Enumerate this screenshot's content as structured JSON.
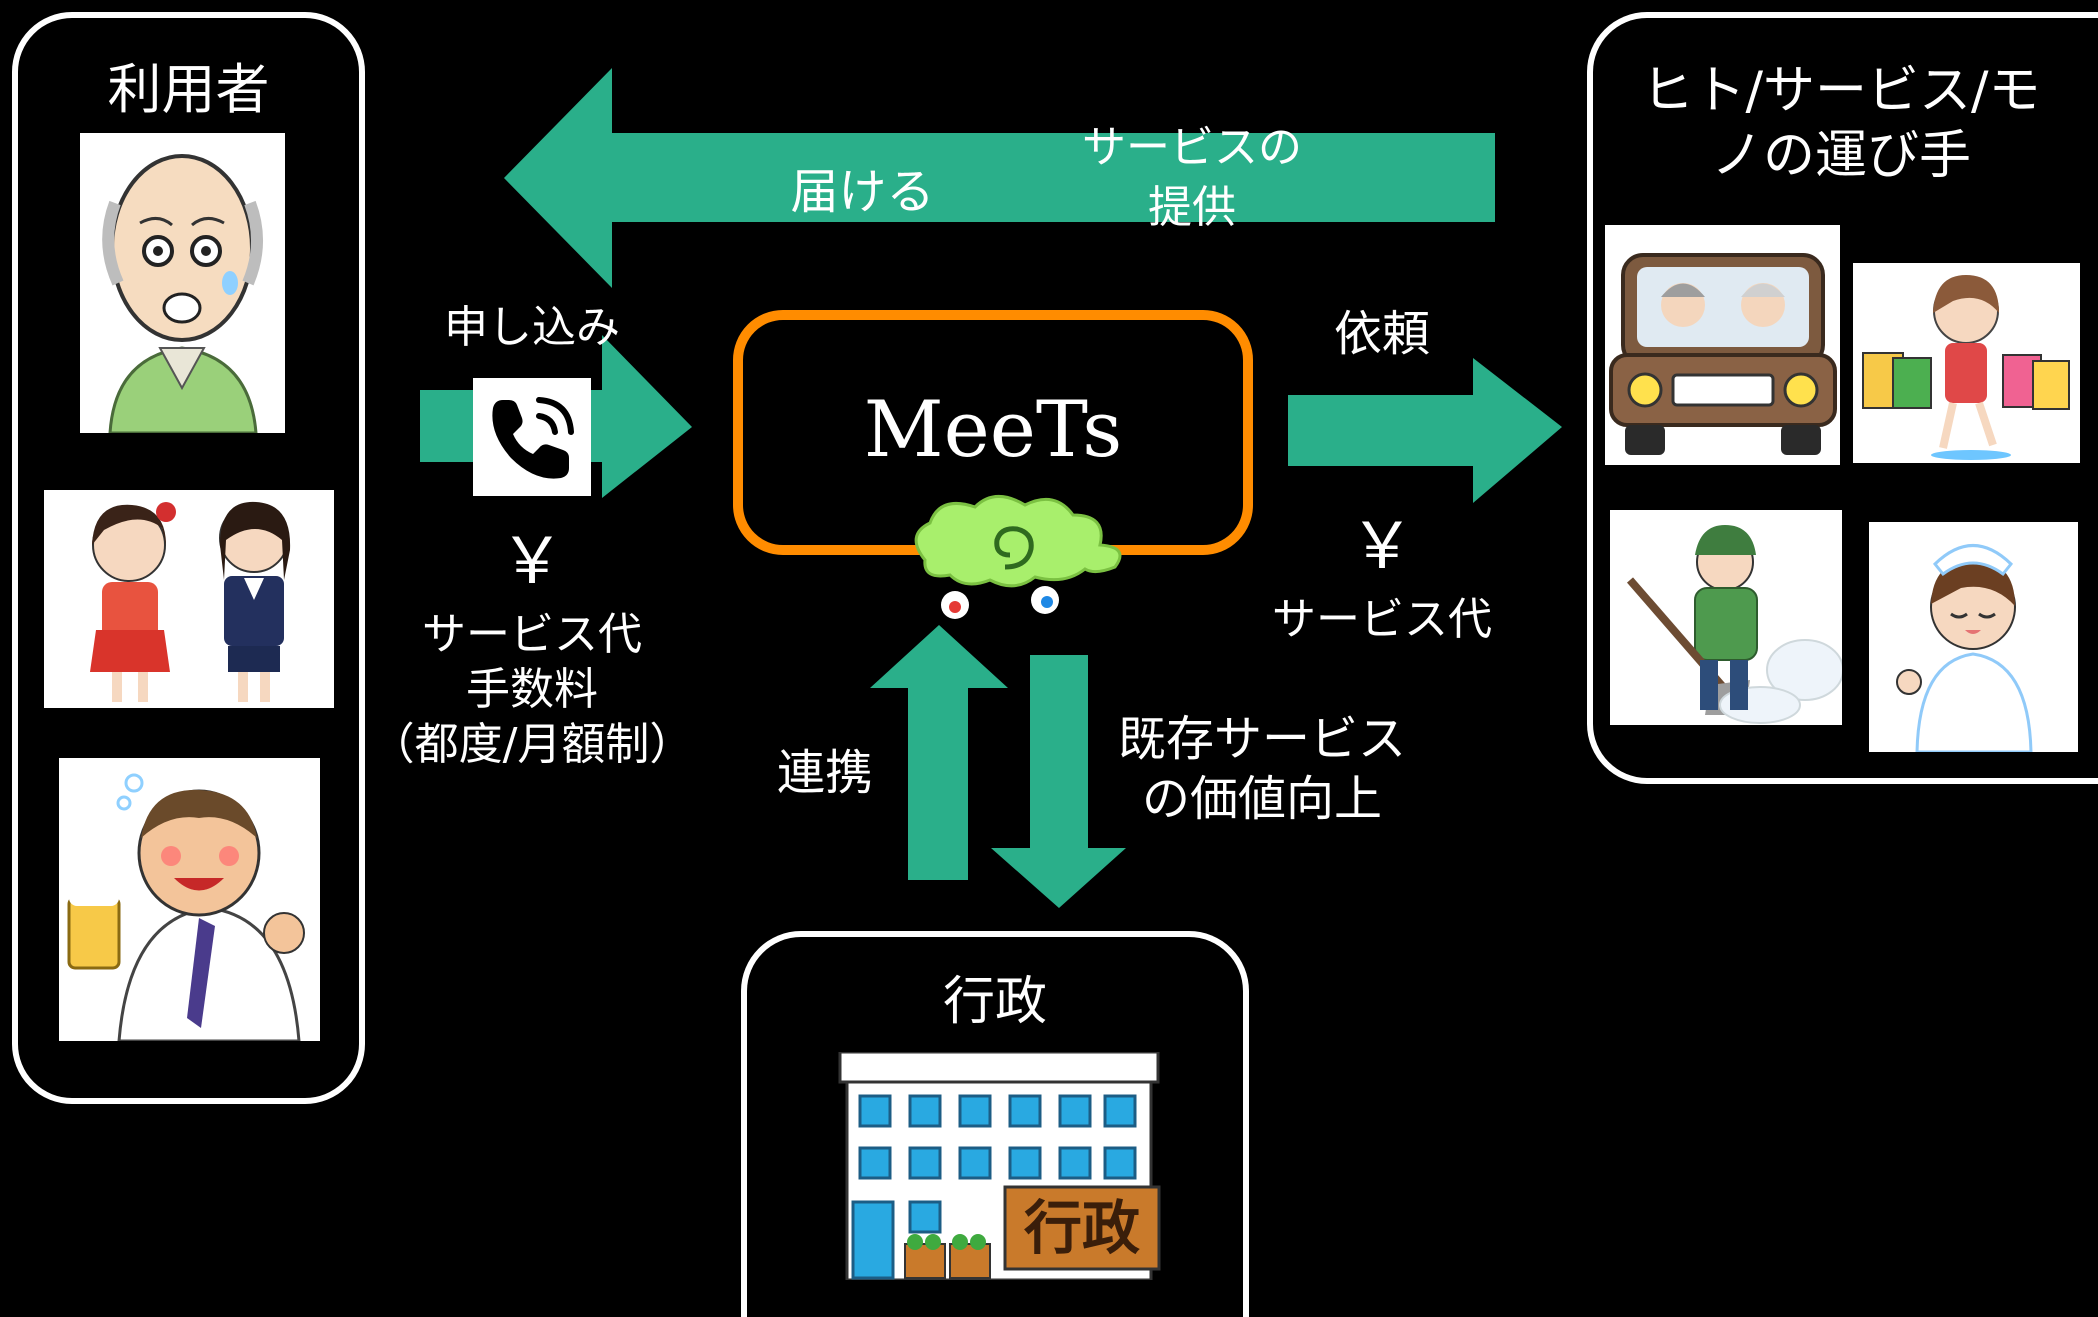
{
  "colors": {
    "background": "#000000",
    "arrow": "#2aaf8a",
    "hub_border": "#ff8c00",
    "panel_border": "#ffffff"
  },
  "users_panel": {
    "title": "利用者",
    "illustrations": [
      "elderly-man-illustration",
      "children-illustration",
      "office-worker-illustration"
    ]
  },
  "providers_panel": {
    "title_line1": "ヒト/サービス/モ",
    "title_line2": "ノの運び手",
    "illustrations": [
      "elderly-couple-car-illustration",
      "shopping-woman-illustration",
      "snow-shoveling-illustration",
      "nurse-illustration"
    ]
  },
  "government_panel": {
    "title": "行政",
    "building_sign": "行政"
  },
  "hub": {
    "name": "MeeTs",
    "mascot": "green-cloud-mascot"
  },
  "top_arrow": {
    "label_deliver": "届ける",
    "label_service_line1": "サービスの",
    "label_service_line2": "提供"
  },
  "apply_arrow": {
    "label": "申し込み",
    "icon": "phone-icon"
  },
  "apply_fee": {
    "yen": "￥",
    "line1": "サービス代",
    "line2": "手数料",
    "line3": "（都度/月額制）"
  },
  "request_arrow": {
    "label": "依頼"
  },
  "request_fee": {
    "yen": "￥",
    "line1": "サービス代"
  },
  "cooperation_arrow": {
    "label": "連携"
  },
  "value_arrow": {
    "line1": "既存サービス",
    "line2": "の価値向上"
  }
}
